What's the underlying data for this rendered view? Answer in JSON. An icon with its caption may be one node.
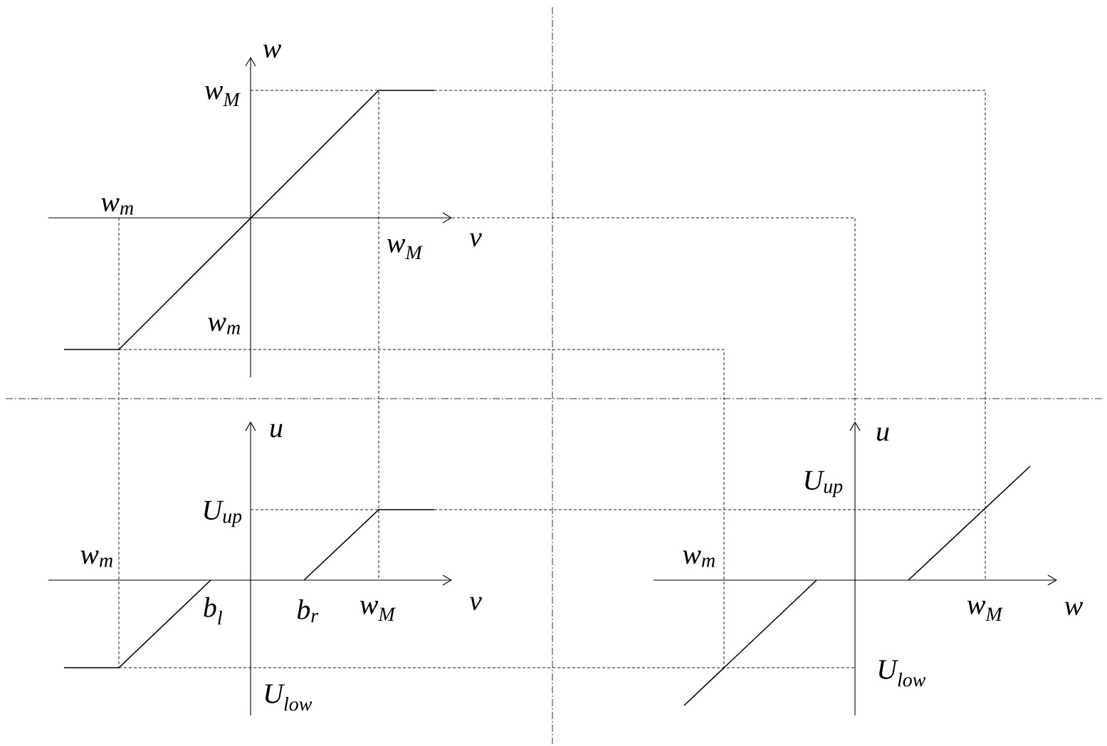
{
  "diagram": {
    "labels": [
      "w",
      "w$_{M}$",
      "w$_{m}$",
      "v",
      "w$_{M}$",
      "w$_{m}$",
      "u",
      "u",
      "U$_{up}$",
      "U$_{up}$",
      "w$_{m}$",
      "w$_{m}$",
      "b$_{l}$",
      "b$_{r}$",
      "w$_{M}$",
      "v",
      "w$_{M}$",
      "w",
      "U$_{low}$",
      "U$_{low}$"
    ]
  }
}
